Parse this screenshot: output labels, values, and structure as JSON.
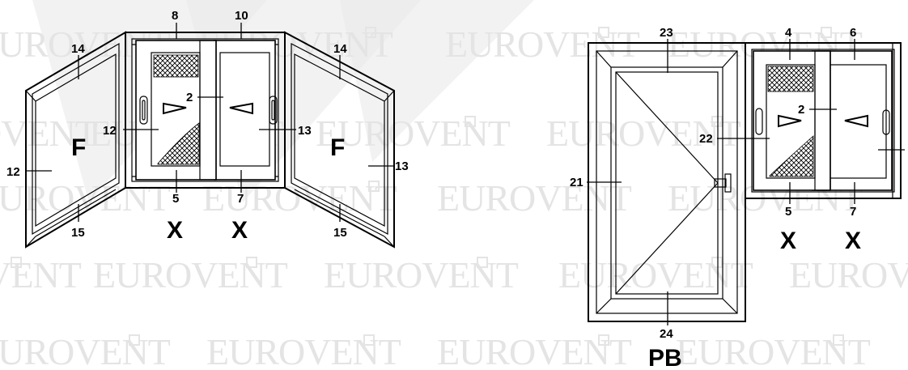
{
  "watermark": {
    "text": "EUROVENT"
  },
  "left_diagram": {
    "labels": {
      "l8": "8",
      "l10": "10",
      "l14a": "14",
      "l14b": "14",
      "l2": "2",
      "l12a": "12",
      "l12b": "12",
      "l13a": "13",
      "l13b": "13",
      "l5": "5",
      "l7": "7",
      "l15a": "15",
      "l15b": "15"
    },
    "codes": {
      "f_left": "F",
      "f_right": "F",
      "x1": "X",
      "x2": "X"
    }
  },
  "right_diagram": {
    "labels": {
      "l23": "23",
      "l4": "4",
      "l6": "6",
      "l2": "2",
      "l22": "22",
      "l21": "21",
      "l5": "5",
      "l7": "7",
      "l24": "24"
    },
    "codes": {
      "pb": "PB",
      "x1": "X",
      "x2": "X"
    }
  }
}
